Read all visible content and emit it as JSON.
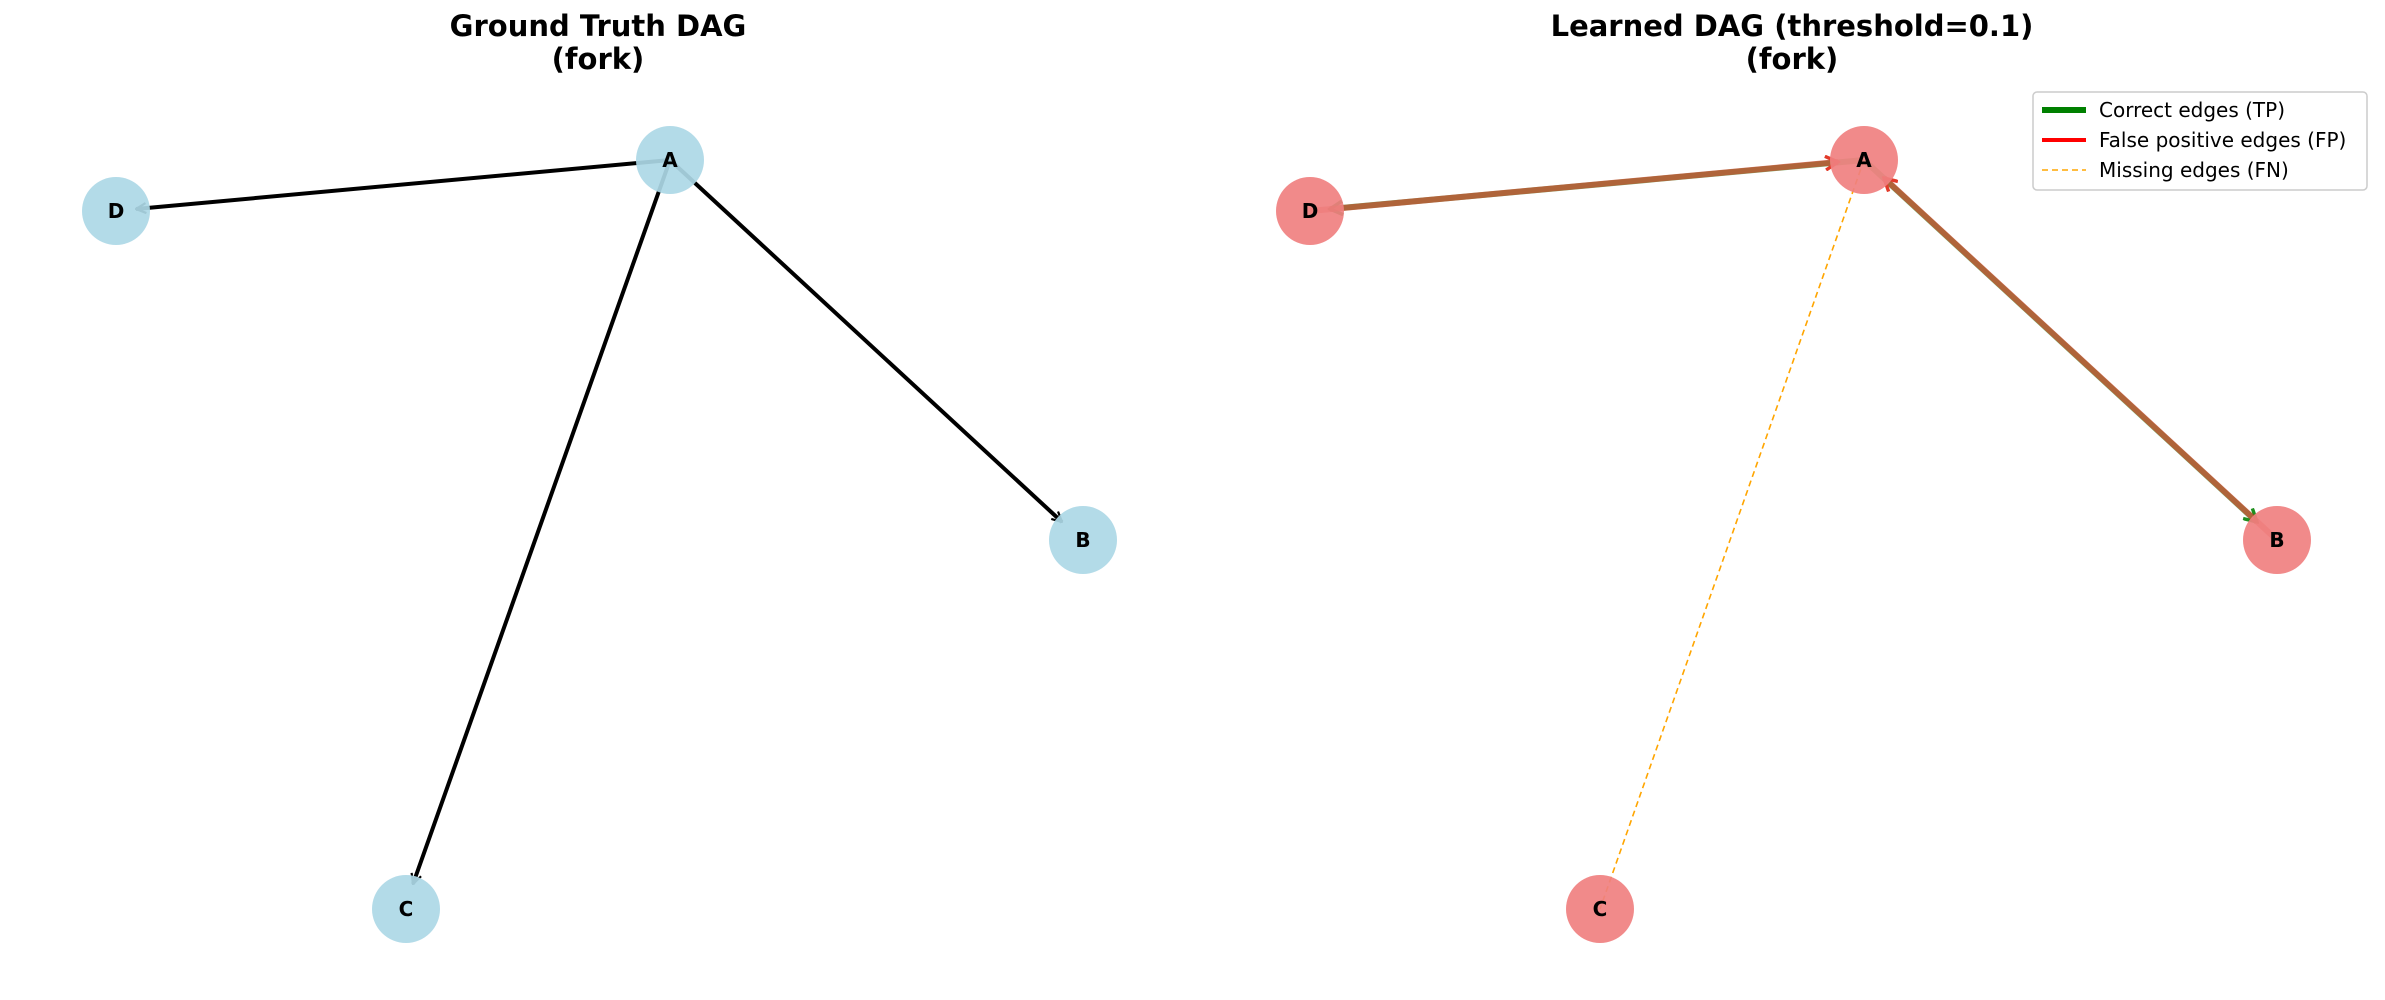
{
  "panels": {
    "left": {
      "title_line1": "Ground Truth DAG",
      "title_line2": "(fork)",
      "node_color": "#add8e6",
      "edge_color": "#000000"
    },
    "right": {
      "title_line1": "Learned DAG (threshold=0.1)",
      "title_line2": "(fork)",
      "node_color": "#f08080"
    }
  },
  "nodes": [
    {
      "id": "A",
      "label": "A"
    },
    {
      "id": "B",
      "label": "B"
    },
    {
      "id": "C",
      "label": "C"
    },
    {
      "id": "D",
      "label": "D"
    }
  ],
  "ground_truth_edges": [
    {
      "from": "A",
      "to": "B"
    },
    {
      "from": "A",
      "to": "C"
    },
    {
      "from": "A",
      "to": "D"
    }
  ],
  "learned_edges": {
    "correct": [
      {
        "from": "A",
        "to": "B"
      },
      {
        "from": "A",
        "to": "D"
      }
    ],
    "false_positive": [
      {
        "from": "B",
        "to": "A"
      },
      {
        "from": "D",
        "to": "A"
      }
    ],
    "missing": [
      {
        "from": "A",
        "to": "C"
      }
    ]
  },
  "legend": {
    "correct_label": "Correct edges (TP)",
    "false_positive_label": "False positive edges (FP)",
    "missing_label": "Missing edges (FN)",
    "correct_color": "#008000",
    "false_positive_color": "#ff0000",
    "missing_color": "#ffa500"
  }
}
